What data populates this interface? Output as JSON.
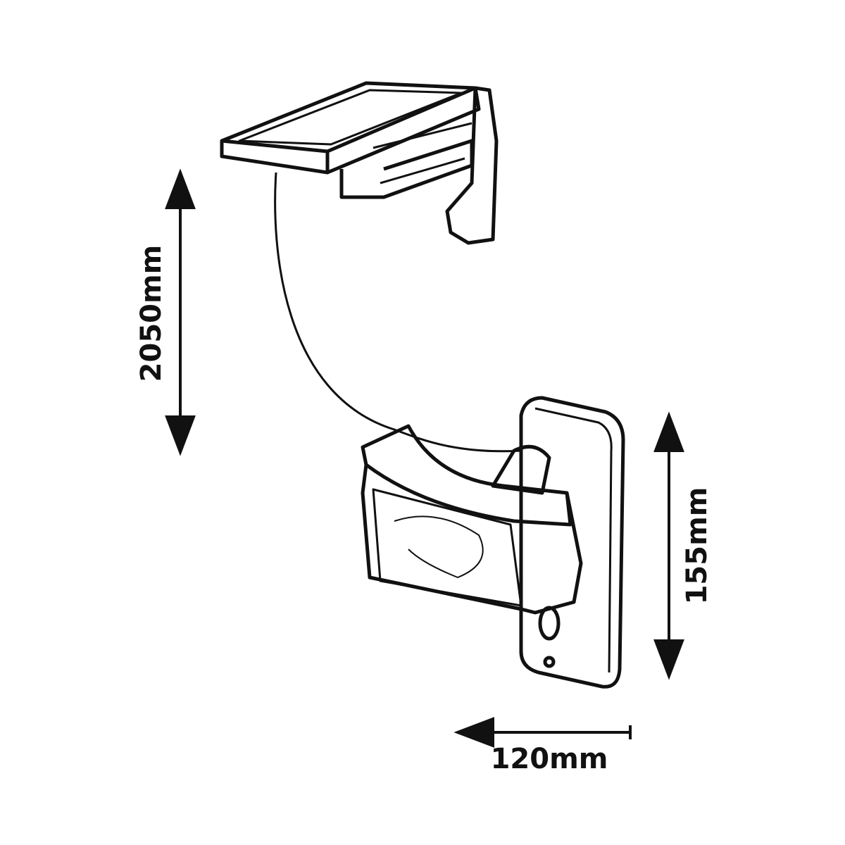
{
  "dimensions": {
    "cable_length": "2050mm",
    "lamp_height": "155mm",
    "lamp_depth": "120mm"
  },
  "colors": {
    "line": "#111111",
    "background": "#ffffff"
  }
}
